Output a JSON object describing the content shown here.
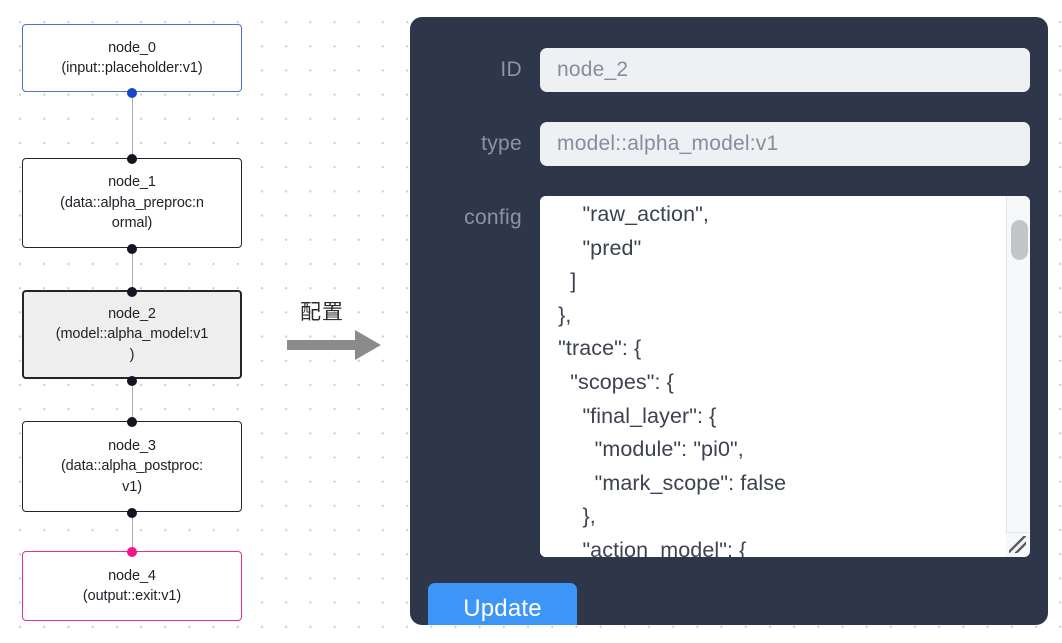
{
  "graph": {
    "nodes": [
      {
        "id": "node_0",
        "label": "node_0\n(input::placeholder:v1)",
        "kind": "input",
        "border_color": "#4b73c6",
        "handle_color": "#1a46c8"
      },
      {
        "id": "node_1",
        "label": "node_1\n(data::alpha_preproc:n\normal)",
        "kind": "default",
        "border_color": "#22252e",
        "handle_color": "#131620"
      },
      {
        "id": "node_2",
        "label": "node_2\n(model::alpha_model:v1\n)",
        "kind": "selected",
        "border_color": "#22252e",
        "handle_color": "#131620"
      },
      {
        "id": "node_3",
        "label": "node_3\n(data::alpha_postproc:\nv1)",
        "kind": "default",
        "border_color": "#22252e",
        "handle_color": "#131620"
      },
      {
        "id": "node_4",
        "label": "node_4\n(output::exit:v1)",
        "kind": "output",
        "border_color": "#e8308a",
        "handle_color": "#f0158c"
      }
    ]
  },
  "annotation": {
    "text": "配置",
    "arrow_color": "#8b8b8b"
  },
  "panel": {
    "background_color": "#2e374a",
    "fields": [
      {
        "label": "ID",
        "value": "node_2"
      },
      {
        "label": "type",
        "value": "model::alpha_model:v1"
      },
      {
        "label": "config",
        "value": ""
      }
    ],
    "config_text": "      \"raw_action\",\n      \"pred\"\n    ]\n  },\n  \"trace\": {\n    \"scopes\": {\n      \"final_layer\": {\n        \"module\": \"pi0\",\n        \"mark_scope\": false\n      },\n      \"action_model\": {",
    "update_label": "Update",
    "update_color": "#3d95f8"
  }
}
